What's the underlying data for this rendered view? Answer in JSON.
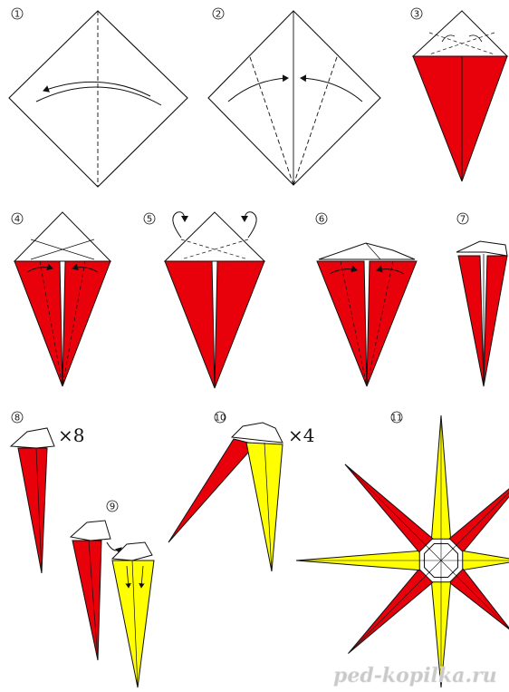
{
  "colors": {
    "red": "#e8000b",
    "yellow": "#ffff00",
    "line": "#111111",
    "paper": "#ffffff"
  },
  "steps": [
    {
      "label": "1"
    },
    {
      "label": "2"
    },
    {
      "label": "3"
    },
    {
      "label": "4"
    },
    {
      "label": "5"
    },
    {
      "label": "6"
    },
    {
      "label": "7"
    },
    {
      "label": "8"
    },
    {
      "label": "9"
    },
    {
      "label": "10"
    },
    {
      "label": "11"
    }
  ],
  "multipliers": {
    "step8": "×8",
    "step10": "×4"
  },
  "watermark": "ped-kopilka.ru"
}
